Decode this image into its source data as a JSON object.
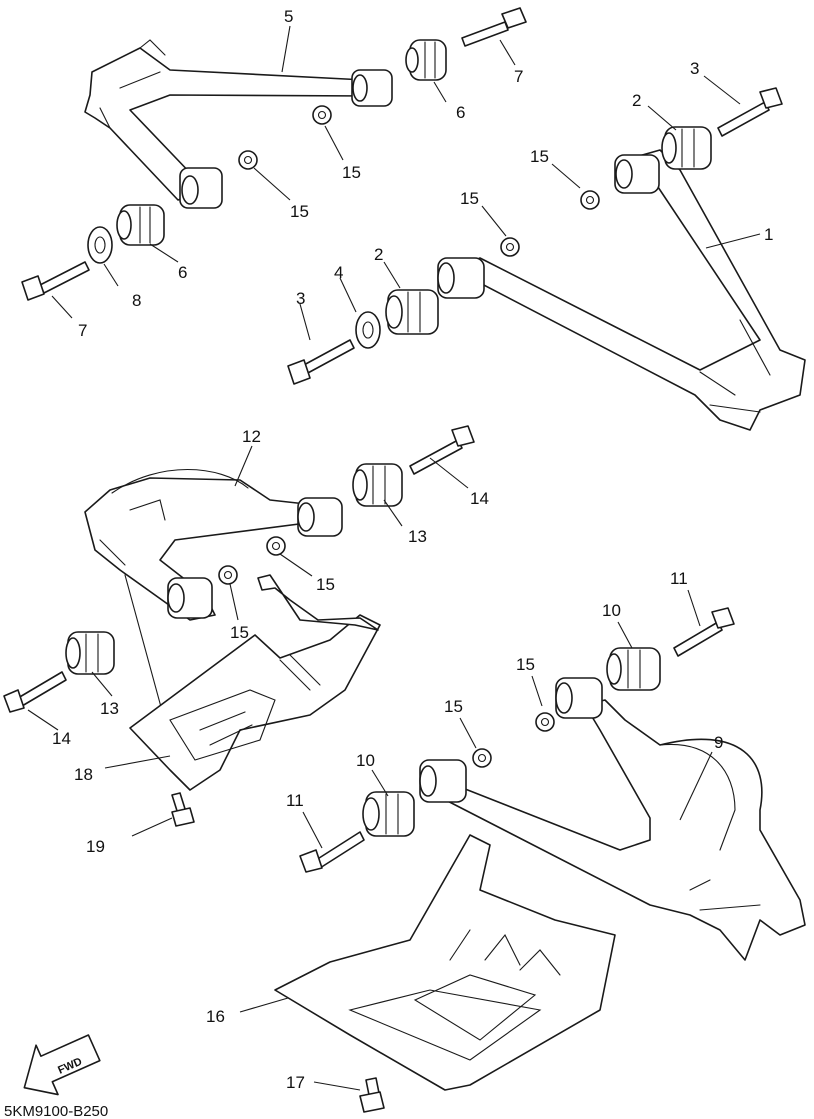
{
  "diagram": {
    "code": "5KM9100-B250",
    "fwd_label": "FWD",
    "callouts": [
      "5",
      "7",
      "6",
      "15",
      "15",
      "8",
      "6",
      "7",
      "3",
      "2",
      "15",
      "1",
      "15",
      "2",
      "4",
      "3",
      "12",
      "14",
      "13",
      "15",
      "15",
      "13",
      "14",
      "18",
      "19",
      "11",
      "10",
      "15",
      "15",
      "9",
      "10",
      "11",
      "16",
      "17"
    ]
  }
}
